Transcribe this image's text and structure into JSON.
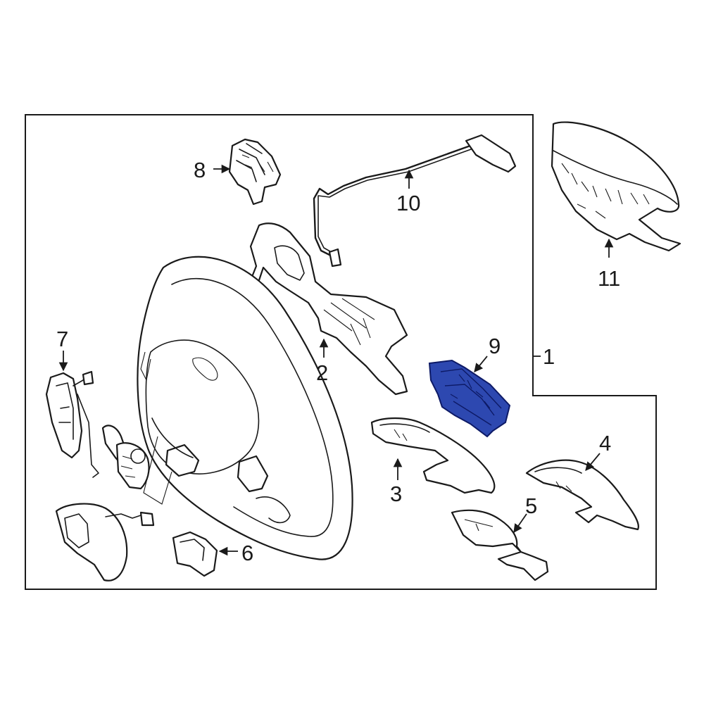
{
  "colors": {
    "line": "#1a1a1a",
    "background": "#ffffff",
    "highlight_fill": "#2d48b0",
    "highlight_stroke": "#0d1a66"
  },
  "highlighted_part": "9",
  "callouts": [
    {
      "id": "1",
      "label": "1"
    },
    {
      "id": "2",
      "label": "2"
    },
    {
      "id": "3",
      "label": "3"
    },
    {
      "id": "4",
      "label": "4"
    },
    {
      "id": "5",
      "label": "5"
    },
    {
      "id": "6",
      "label": "6"
    },
    {
      "id": "7",
      "label": "7"
    },
    {
      "id": "8",
      "label": "8"
    },
    {
      "id": "9",
      "label": "9"
    },
    {
      "id": "10",
      "label": "10"
    },
    {
      "id": "11",
      "label": "11"
    }
  ]
}
